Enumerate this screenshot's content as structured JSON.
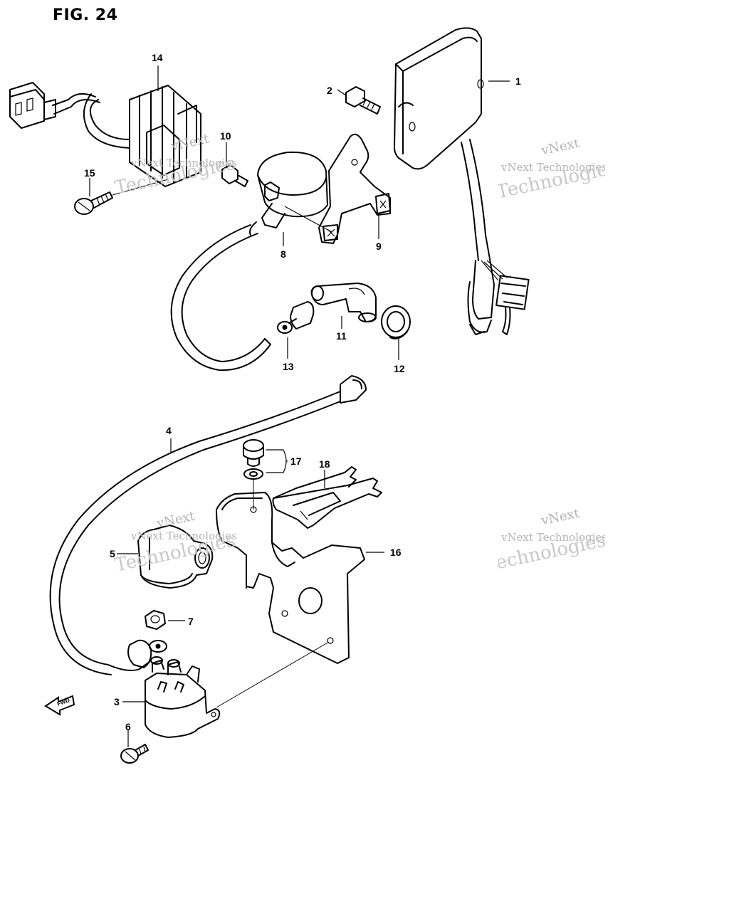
{
  "figure": {
    "title": "FIG. 24"
  },
  "callouts": [
    {
      "id": "1",
      "label": "1"
    },
    {
      "id": "2",
      "label": "2"
    },
    {
      "id": "3",
      "label": "3"
    },
    {
      "id": "4",
      "label": "4"
    },
    {
      "id": "5",
      "label": "5"
    },
    {
      "id": "6",
      "label": "6"
    },
    {
      "id": "7",
      "label": "7"
    },
    {
      "id": "8",
      "label": "8"
    },
    {
      "id": "9",
      "label": "9"
    },
    {
      "id": "10",
      "label": "10"
    },
    {
      "id": "11",
      "label": "11"
    },
    {
      "id": "12",
      "label": "12"
    },
    {
      "id": "13",
      "label": "13"
    },
    {
      "id": "14",
      "label": "14"
    },
    {
      "id": "15",
      "label": "15"
    },
    {
      "id": "16",
      "label": "16"
    },
    {
      "id": "17",
      "label": "17"
    },
    {
      "id": "18",
      "label": "18"
    }
  ],
  "direction_marker": {
    "label": "FWD",
    "icon": "forward-arrow-icon"
  },
  "watermarks": [
    {
      "line1": "vNext Technologies",
      "line2": "Technologies",
      "line3": "vNext"
    },
    {
      "line1": "vNext Technologies",
      "line2": "Technologies",
      "line3": "vNext"
    },
    {
      "line1": "vNext Technologies",
      "line2": "Technologies",
      "line3": "vNext"
    },
    {
      "line1": "vNext Technologies",
      "line2": "Technologies",
      "line3": "vNext"
    }
  ],
  "colors": {
    "ink": "#000000",
    "background": "#ffffff",
    "watermark": "#b4b4b4"
  }
}
